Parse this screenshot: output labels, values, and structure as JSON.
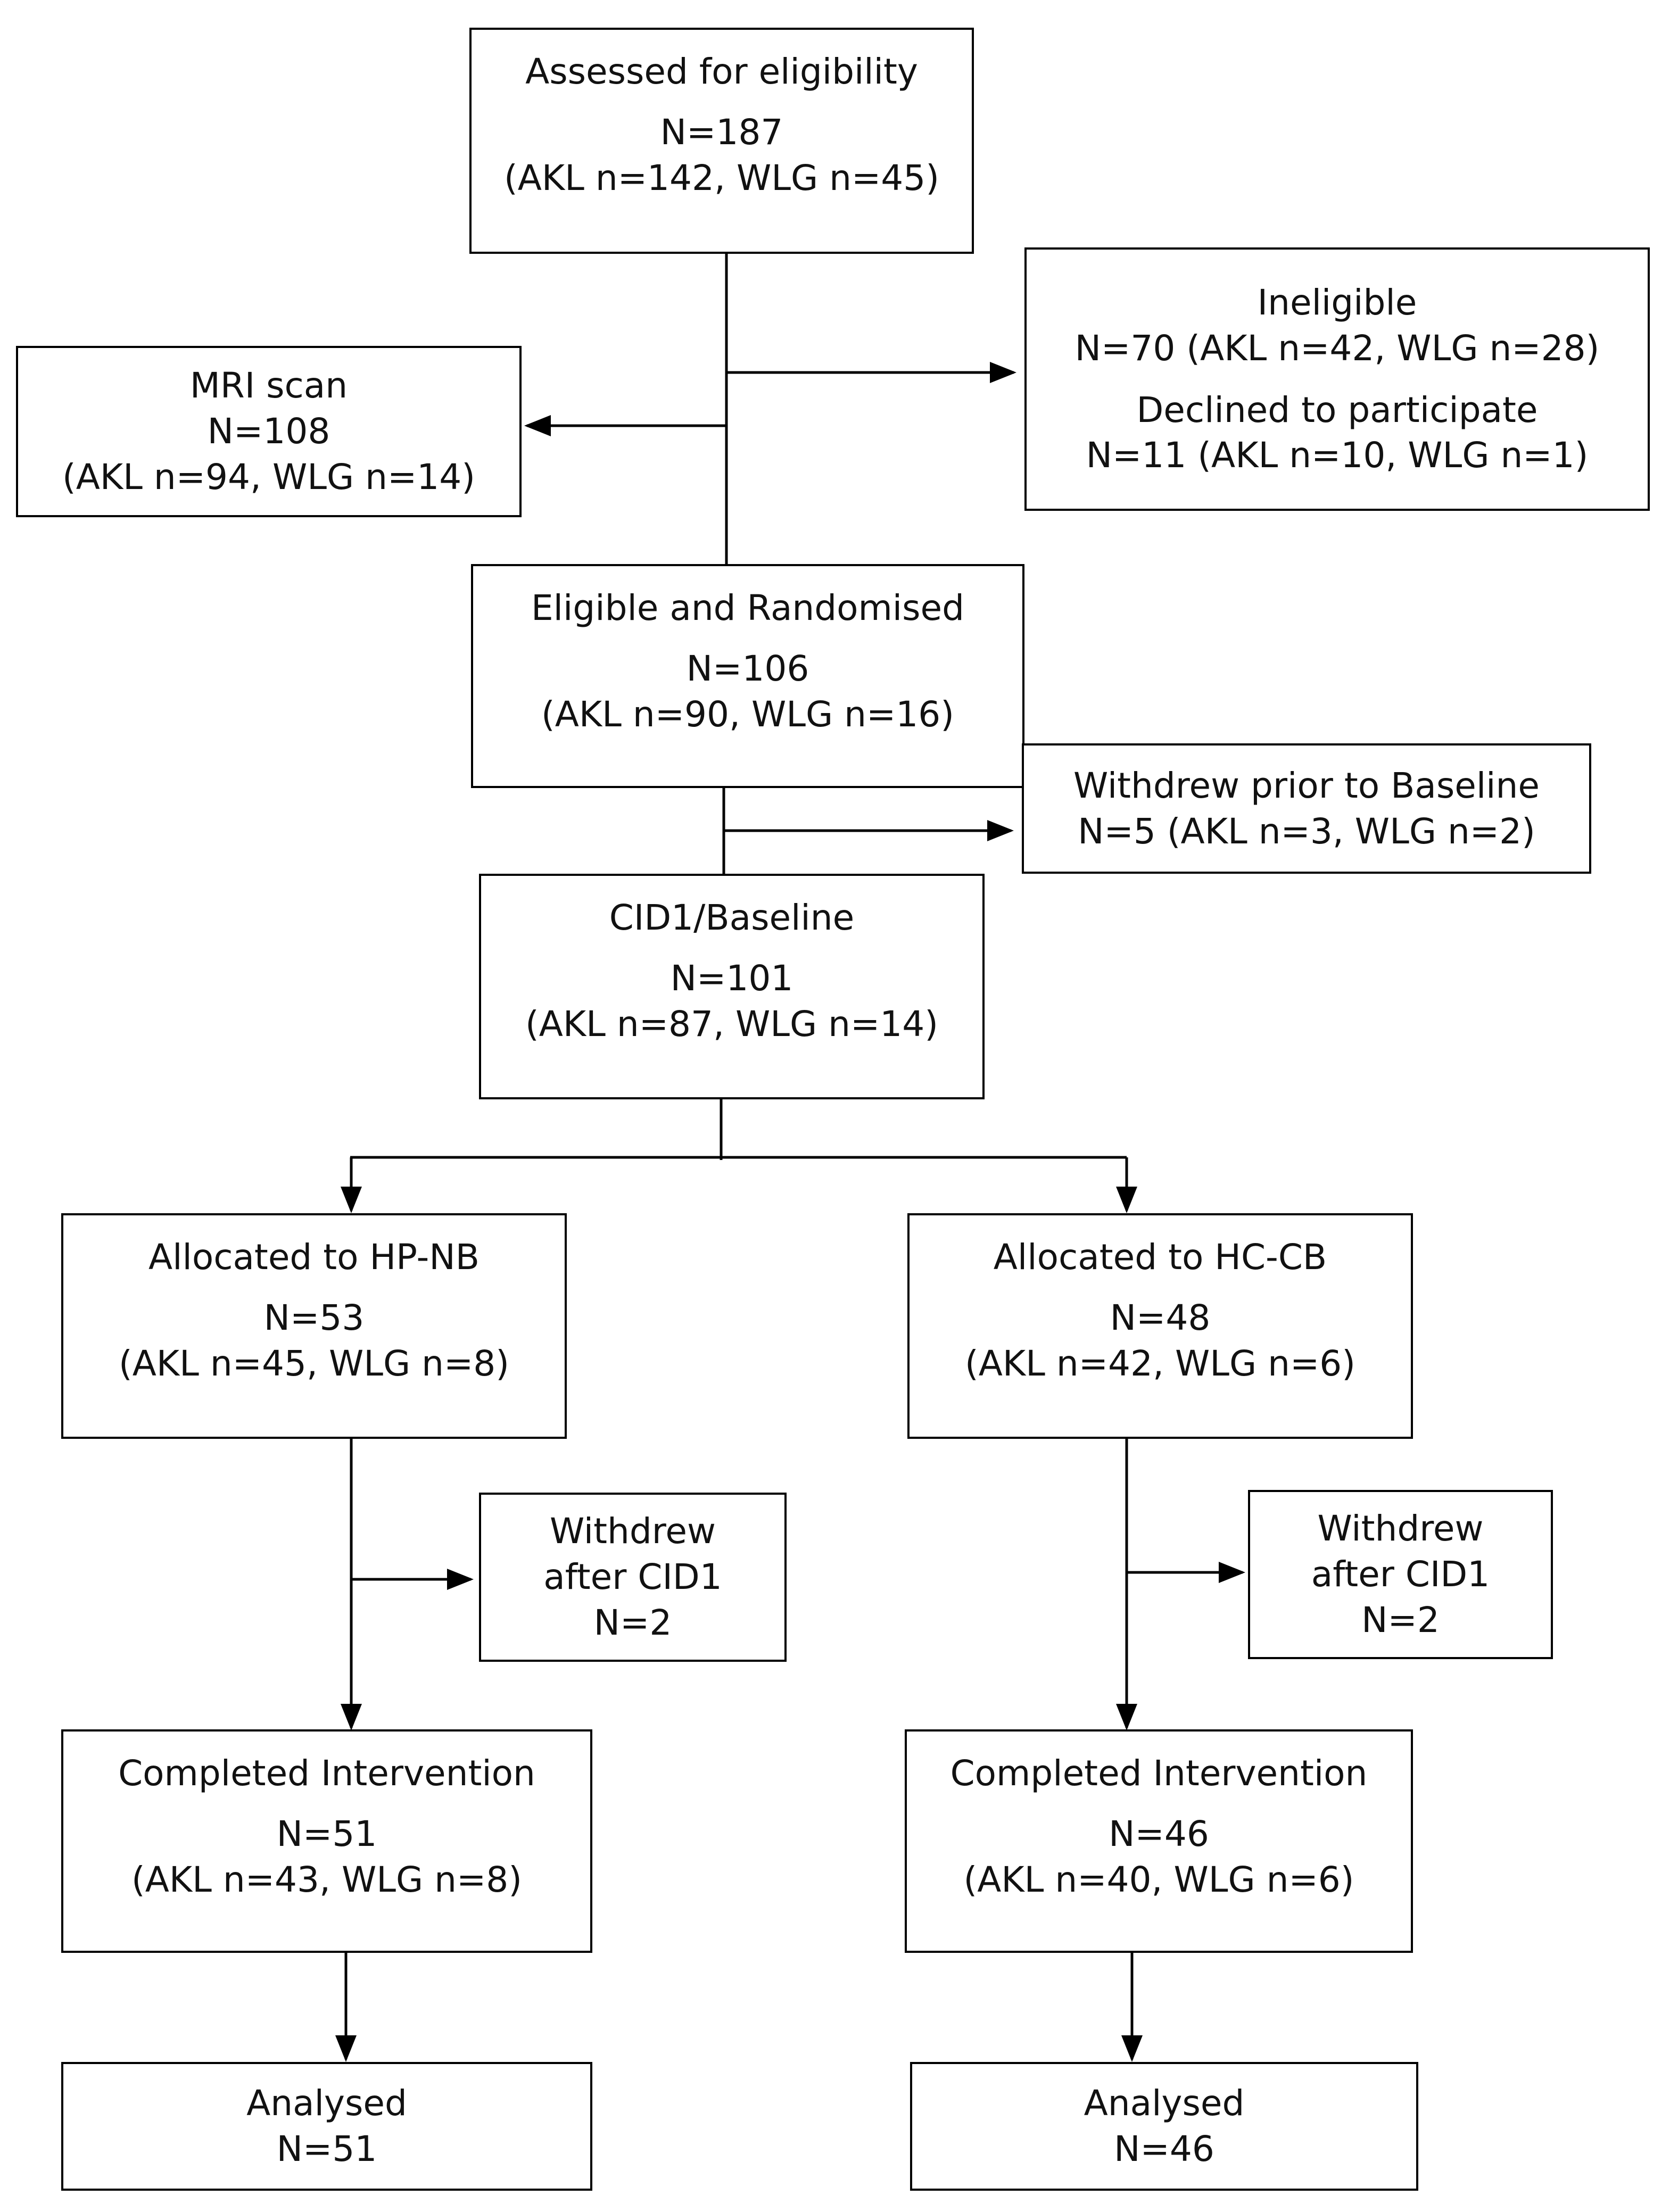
{
  "boxes": {
    "assessed": {
      "title": "Assessed for eligibility",
      "n": "N=187",
      "detail": "(AKL n=142, WLG n=45)"
    },
    "mri": {
      "title": "MRI scan",
      "n": "N=108",
      "detail": "(AKL n=94, WLG n=14)"
    },
    "ineligible": {
      "title": "Ineligible",
      "n": "N=70 (AKL n=42, WLG n=28)",
      "title2": "Declined to participate",
      "n2": "N=11 (AKL n=10, WLG n=1)"
    },
    "randomised": {
      "title": "Eligible and Randomised",
      "n": "N=106",
      "detail": "(AKL n=90, WLG n=16)"
    },
    "withdrew_baseline": {
      "title": "Withdrew prior to Baseline",
      "n": "N=5 (AKL n=3, WLG n=2)"
    },
    "baseline": {
      "title": "CID1/Baseline",
      "n": "N=101",
      "detail": "(AKL n=87, WLG n=14)"
    },
    "hpnb": {
      "title": "Allocated to HP-NB",
      "n": "N=53",
      "detail": "(AKL n=45, WLG n=8)"
    },
    "hccb": {
      "title": "Allocated to HC-CB",
      "n": "N=48",
      "detail": "(AKL n=42, WLG n=6)"
    },
    "withdrew_hpnb": {
      "line1": "Withdrew",
      "line2": "after CID1",
      "n": "N=2"
    },
    "withdrew_hccb": {
      "line1": "Withdrew",
      "line2": "after CID1",
      "n": "N=2"
    },
    "completed_hpnb": {
      "title": "Completed Intervention",
      "n": "N=51",
      "detail": "(AKL n=43, WLG n=8)"
    },
    "completed_hccb": {
      "title": "Completed Intervention",
      "n": "N=46",
      "detail": "(AKL n=40, WLG n=6)"
    },
    "analysed_hpnb": {
      "title": "Analysed",
      "n": "N=51"
    },
    "analysed_hccb": {
      "title": "Analysed",
      "n": "N=46"
    }
  },
  "colors": {
    "stroke": "#000000",
    "text": "#111111",
    "background": "#ffffff"
  }
}
